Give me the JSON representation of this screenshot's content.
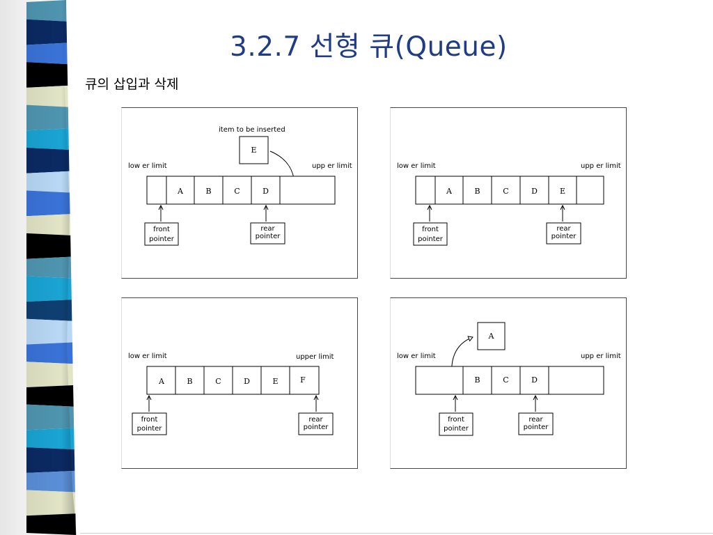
{
  "slide": {
    "title": "3.2.7 선형 큐(Queue)",
    "subtitle": "큐의 삽입과 삭제"
  },
  "labels": {
    "lower_limit": "low er limit",
    "upper_limit": "upp er limit",
    "upper_limit_p3": "upper limit",
    "item_to_insert": "item to be inserted",
    "front_1": "front",
    "front_2": "pointer",
    "rear_1": "rear",
    "rear_2": "pointer"
  },
  "panels": [
    {
      "cells": [
        "",
        "A",
        "B",
        "C",
        "D",
        "",
        ""
      ],
      "incoming_item": "E",
      "front_index": 0,
      "rear_index": 4
    },
    {
      "cells": [
        "",
        "A",
        "B",
        "C",
        "D",
        "E",
        ""
      ],
      "front_index": 0,
      "rear_index": 5
    },
    {
      "cells": [
        "A",
        "B",
        "C",
        "D",
        "E",
        "F"
      ],
      "front_index": 0,
      "rear_index": 5
    },
    {
      "cells": [
        "",
        "",
        "B",
        "C",
        "D",
        ""
      ],
      "removed_item": "A",
      "front_index": 1,
      "rear_index": 4
    }
  ],
  "colors": {
    "title": "#1f3d86",
    "stripe_palette": [
      "#3a73d8",
      "#4f95b0",
      "#0b2a63",
      "#b8d8f5",
      "#e2e4c6",
      "#000000",
      "#1aa4d4",
      "#0f3f72",
      "#5a8fd8"
    ]
  }
}
